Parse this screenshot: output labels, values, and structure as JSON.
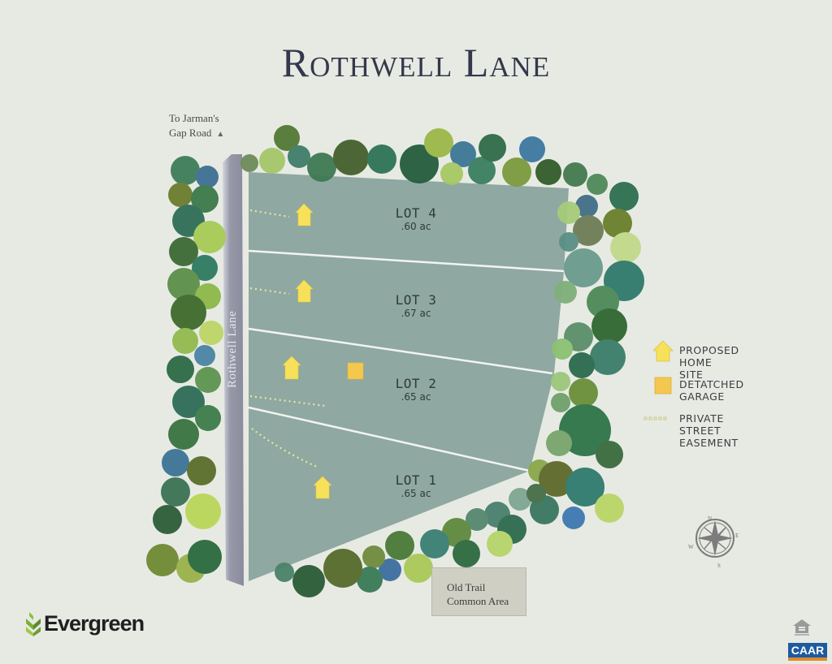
{
  "title": "Rothwell Lane",
  "road_label": {
    "line1": "To Jarman's",
    "line2": "Gap Road",
    "icon": "up-arrow-icon"
  },
  "street_name": "Rothwell Lane",
  "lots": [
    {
      "name": "LOT 4",
      "acres": ".60 ac"
    },
    {
      "name": "LOT 3",
      "acres": ".67 ac"
    },
    {
      "name": "LOT 2",
      "acres": ".65 ac"
    },
    {
      "name": "LOT 1",
      "acres": ".65 ac"
    }
  ],
  "legend": [
    {
      "icon": "house-icon",
      "label": "PROPOSED HOME SITE",
      "color": "#f7e15a"
    },
    {
      "icon": "square-icon",
      "label": "DETATCHED GARAGE",
      "color": "#f4c84e"
    },
    {
      "icon": "dotted-line-icon",
      "label_line1": "PRIVATE STREET",
      "label_line2": "EASEMENT",
      "color": "#d9d99a"
    }
  ],
  "common_area": {
    "line1": "Old Trail",
    "line2": "Common Area"
  },
  "compass": {
    "n": "N",
    "e": "E",
    "s": "S",
    "w": "W"
  },
  "brand": {
    "name": "Evergreen"
  },
  "badges": {
    "caar": "CAAR"
  },
  "colors": {
    "background": "#e7eae3",
    "parcel": "#8fa8a1",
    "street": "#8e8f9e",
    "home_site": "#f7e15a",
    "garage": "#f4c84e",
    "title": "#35384a"
  }
}
